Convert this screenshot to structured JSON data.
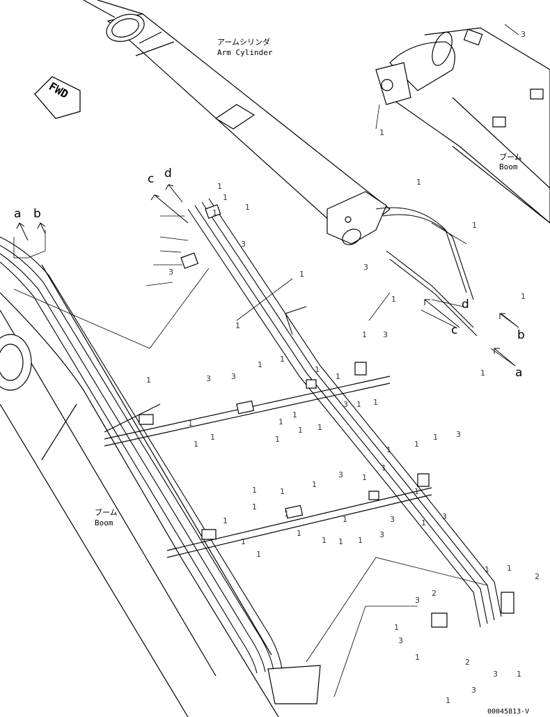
{
  "labels": {
    "arm_cylinder_jp": "アームシリンダ",
    "arm_cylinder_en": "Arm Cylinder",
    "boom_upper_jp": "ブーム",
    "boom_upper_en": "Boom",
    "boom_lower_jp": "ブーム",
    "boom_lower_en": "Boom",
    "fwd": "FWD",
    "drawing_number": "00045813-V"
  },
  "letters": {
    "a_left": "a",
    "b_left": "b",
    "c_top": "c",
    "d_top": "d",
    "d_right": "d",
    "c_right": "c",
    "b_right": "b",
    "a_right": "a"
  },
  "callouts": [
    "3",
    "1",
    "1",
    "1",
    "3",
    "1",
    "1",
    "1",
    "3",
    "1",
    "1",
    "1",
    "1",
    "3",
    "1",
    "1",
    "1",
    "3",
    "1",
    "1",
    "1",
    "1",
    "3",
    "1",
    "1",
    "1",
    "1",
    "1",
    "1",
    "3",
    "3",
    "1",
    "1",
    "1",
    "1",
    "1",
    "3",
    "1",
    "1",
    "1",
    "1",
    "1",
    "1",
    "1",
    "3",
    "1",
    "1",
    "1",
    "3",
    "1",
    "3",
    "1",
    "1",
    "1",
    "1",
    "1",
    "1",
    "3",
    "1",
    "1",
    "1",
    "2",
    "1",
    "1",
    "3",
    "2",
    "1",
    "3",
    "1",
    "2",
    "3",
    "1",
    "3",
    "1"
  ]
}
